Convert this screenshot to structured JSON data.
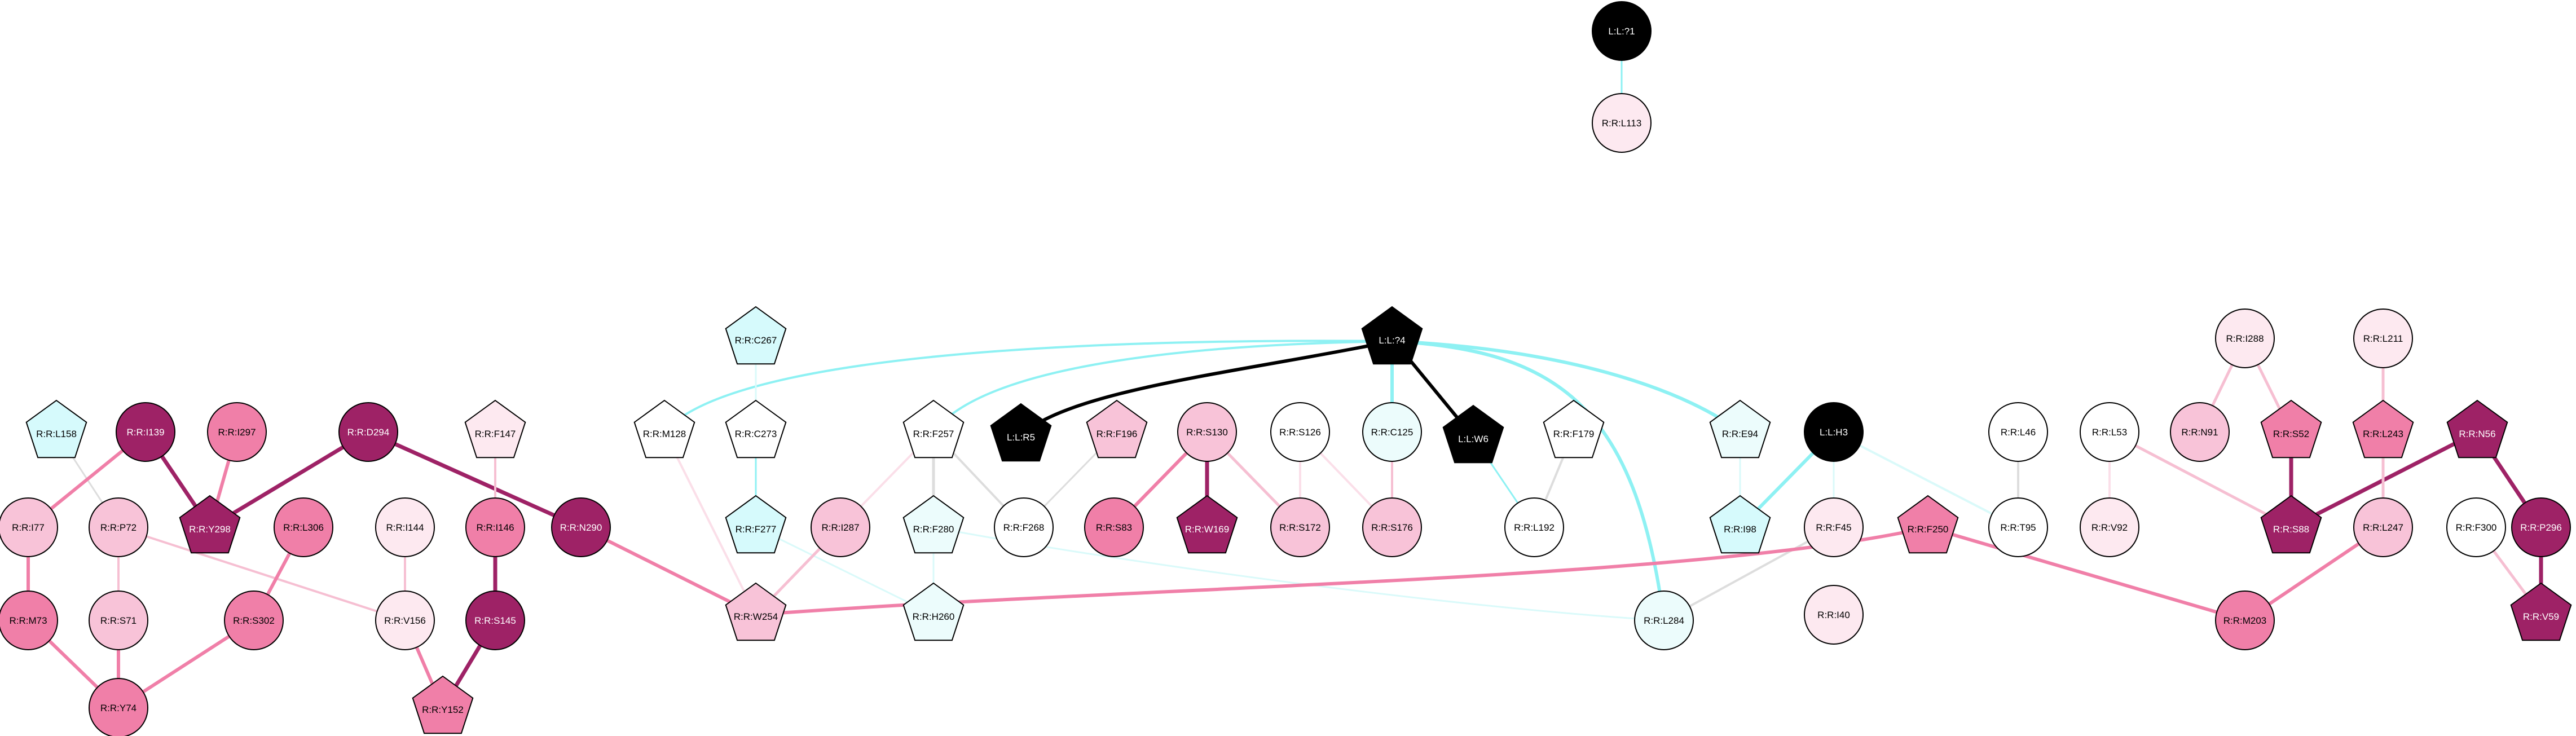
{
  "palette": {
    "black": "#000000",
    "dark_magenta": "#9e2266",
    "pink": "#f07fa8",
    "light_pink": "#f8c3d8",
    "pale_pink": "#fde9f0",
    "cyan": "#d6fafc",
    "pale_cyan": "#ecfcfc",
    "white": "#ffffff",
    "edge_cyan": "#8ef1f3",
    "edge_grey": "#dddddd",
    "edge_light_pink": "#f6bfd2",
    "edge_pale_pink": "#fbdfe9",
    "edge_pale_cyan": "#dafafa"
  },
  "nodes": [
    {
      "id": "L:L:?1",
      "shape": "circle",
      "fill": "black"
    },
    {
      "id": "R:R:L113",
      "shape": "circle",
      "fill": "pale_pink"
    },
    {
      "id": "L:L:?4",
      "shape": "pentagon",
      "fill": "black"
    },
    {
      "id": "L:L:R5",
      "shape": "pentagon",
      "fill": "black"
    },
    {
      "id": "L:L:W6",
      "shape": "pentagon",
      "fill": "black"
    },
    {
      "id": "L:L:H3",
      "shape": "circle",
      "fill": "black"
    },
    {
      "id": "R:R:L158",
      "shape": "pentagon",
      "fill": "cyan"
    },
    {
      "id": "R:R:I139",
      "shape": "circle",
      "fill": "dark_magenta"
    },
    {
      "id": "R:R:I297",
      "shape": "circle",
      "fill": "pink"
    },
    {
      "id": "R:R:D294",
      "shape": "circle",
      "fill": "dark_magenta"
    },
    {
      "id": "R:R:F147",
      "shape": "pentagon",
      "fill": "pale_pink"
    },
    {
      "id": "R:R:I77",
      "shape": "circle",
      "fill": "light_pink"
    },
    {
      "id": "R:R:P72",
      "shape": "circle",
      "fill": "light_pink"
    },
    {
      "id": "R:R:Y298",
      "shape": "pentagon",
      "fill": "dark_magenta"
    },
    {
      "id": "R:R:L306",
      "shape": "circle",
      "fill": "pink"
    },
    {
      "id": "R:R:I144",
      "shape": "circle",
      "fill": "pale_pink"
    },
    {
      "id": "R:R:I146",
      "shape": "circle",
      "fill": "pink"
    },
    {
      "id": "R:R:N290",
      "shape": "circle",
      "fill": "dark_magenta"
    },
    {
      "id": "R:R:M73",
      "shape": "circle",
      "fill": "pink"
    },
    {
      "id": "R:R:S71",
      "shape": "circle",
      "fill": "light_pink"
    },
    {
      "id": "R:R:S302",
      "shape": "circle",
      "fill": "pink"
    },
    {
      "id": "R:R:V156",
      "shape": "circle",
      "fill": "pale_pink"
    },
    {
      "id": "R:R:S145",
      "shape": "circle",
      "fill": "dark_magenta"
    },
    {
      "id": "R:R:Y74",
      "shape": "circle",
      "fill": "pink"
    },
    {
      "id": "R:R:Y152",
      "shape": "pentagon",
      "fill": "pink"
    },
    {
      "id": "R:R:C267",
      "shape": "pentagon",
      "fill": "cyan"
    },
    {
      "id": "R:R:M128",
      "shape": "pentagon",
      "fill": "white"
    },
    {
      "id": "R:R:C273",
      "shape": "pentagon",
      "fill": "white"
    },
    {
      "id": "R:R:F277",
      "shape": "pentagon",
      "fill": "cyan"
    },
    {
      "id": "R:R:W254",
      "shape": "pentagon",
      "fill": "light_pink"
    },
    {
      "id": "R:R:I287",
      "shape": "circle",
      "fill": "light_pink"
    },
    {
      "id": "R:R:F257",
      "shape": "pentagon",
      "fill": "white"
    },
    {
      "id": "R:R:F280",
      "shape": "pentagon",
      "fill": "pale_cyan"
    },
    {
      "id": "R:R:H260",
      "shape": "pentagon",
      "fill": "pale_cyan"
    },
    {
      "id": "R:R:F196",
      "shape": "pentagon",
      "fill": "light_pink"
    },
    {
      "id": "R:R:F268",
      "shape": "circle",
      "fill": "white"
    },
    {
      "id": "R:R:S130",
      "shape": "circle",
      "fill": "light_pink"
    },
    {
      "id": "R:R:S83",
      "shape": "circle",
      "fill": "pink"
    },
    {
      "id": "R:R:W169",
      "shape": "pentagon",
      "fill": "dark_magenta"
    },
    {
      "id": "R:R:S126",
      "shape": "circle",
      "fill": "white"
    },
    {
      "id": "R:R:S172",
      "shape": "circle",
      "fill": "light_pink"
    },
    {
      "id": "R:R:C125",
      "shape": "circle",
      "fill": "pale_cyan"
    },
    {
      "id": "R:R:S176",
      "shape": "circle",
      "fill": "light_pink"
    },
    {
      "id": "R:R:F179",
      "shape": "pentagon",
      "fill": "white"
    },
    {
      "id": "R:R:L192",
      "shape": "circle",
      "fill": "white"
    },
    {
      "id": "R:R:E94",
      "shape": "pentagon",
      "fill": "pale_cyan"
    },
    {
      "id": "R:R:I98",
      "shape": "pentagon",
      "fill": "cyan"
    },
    {
      "id": "R:R:F45",
      "shape": "circle",
      "fill": "pale_pink"
    },
    {
      "id": "R:R:I40",
      "shape": "circle",
      "fill": "pale_pink"
    },
    {
      "id": "R:R:L284",
      "shape": "circle",
      "fill": "pale_cyan"
    },
    {
      "id": "R:R:F250",
      "shape": "pentagon",
      "fill": "pink"
    },
    {
      "id": "R:R:L46",
      "shape": "circle",
      "fill": "white"
    },
    {
      "id": "R:R:T95",
      "shape": "circle",
      "fill": "white"
    },
    {
      "id": "R:R:L53",
      "shape": "circle",
      "fill": "white"
    },
    {
      "id": "R:R:V92",
      "shape": "circle",
      "fill": "pale_pink"
    },
    {
      "id": "R:R:I288",
      "shape": "circle",
      "fill": "pale_pink"
    },
    {
      "id": "R:R:N91",
      "shape": "circle",
      "fill": "light_pink"
    },
    {
      "id": "R:R:S52",
      "shape": "pentagon",
      "fill": "pink"
    },
    {
      "id": "R:R:S88",
      "shape": "pentagon",
      "fill": "dark_magenta"
    },
    {
      "id": "R:R:L211",
      "shape": "circle",
      "fill": "pale_pink"
    },
    {
      "id": "R:R:L243",
      "shape": "pentagon",
      "fill": "pink"
    },
    {
      "id": "R:R:L247",
      "shape": "circle",
      "fill": "light_pink"
    },
    {
      "id": "R:R:M203",
      "shape": "circle",
      "fill": "pink"
    },
    {
      "id": "R:R:N56",
      "shape": "pentagon",
      "fill": "dark_magenta"
    },
    {
      "id": "R:R:P296",
      "shape": "circle",
      "fill": "dark_magenta"
    },
    {
      "id": "R:R:F300",
      "shape": "circle",
      "fill": "white"
    },
    {
      "id": "R:R:V59",
      "shape": "pentagon",
      "fill": "dark_magenta"
    }
  ],
  "edges": [
    {
      "source": "L:L:?1",
      "target": "R:R:L113",
      "color": "edge_cyan",
      "weight": 3
    },
    {
      "source": "L:L:?4",
      "target": "L:L:R5",
      "color": "black",
      "weight": 6
    },
    {
      "source": "L:L:?4",
      "target": "L:L:W6",
      "color": "black",
      "weight": 6
    },
    {
      "source": "L:L:?4",
      "target": "R:R:C125",
      "color": "edge_cyan",
      "weight": 6
    },
    {
      "source": "L:L:?4",
      "target": "R:R:E94",
      "color": "edge_cyan",
      "weight": 6
    },
    {
      "source": "L:L:?4",
      "target": "R:R:L284",
      "color": "edge_cyan",
      "weight": 6
    },
    {
      "source": "L:L:?4",
      "target": "R:R:M128",
      "color": "edge_cyan",
      "weight": 4
    },
    {
      "source": "L:L:?4",
      "target": "R:R:F257",
      "color": "edge_cyan",
      "weight": 4
    },
    {
      "source": "L:L:W6",
      "target": "R:R:L192",
      "color": "edge_cyan",
      "weight": 3
    },
    {
      "source": "L:L:H3",
      "target": "R:R:I98",
      "color": "edge_cyan",
      "weight": 6
    },
    {
      "source": "L:L:H3",
      "target": "R:R:F45",
      "color": "edge_pale_cyan",
      "weight": 3
    },
    {
      "source": "L:L:H3",
      "target": "R:R:T95",
      "color": "edge_pale_cyan",
      "weight": 4
    },
    {
      "source": "R:R:E94",
      "target": "R:R:I98",
      "color": "edge_pale_cyan",
      "weight": 3
    },
    {
      "source": "R:R:L158",
      "target": "R:R:P72",
      "color": "edge_grey",
      "weight": 3
    },
    {
      "source": "R:R:I139",
      "target": "R:R:I77",
      "color": "pink",
      "weight": 6
    },
    {
      "source": "R:R:I139",
      "target": "R:R:Y298",
      "color": "dark_magenta",
      "weight": 7
    },
    {
      "source": "R:R:I297",
      "target": "R:R:Y298",
      "color": "pink",
      "weight": 6
    },
    {
      "source": "R:R:D294",
      "target": "R:R:Y298",
      "color": "dark_magenta",
      "weight": 7
    },
    {
      "source": "R:R:D294",
      "target": "R:R:N290",
      "color": "dark_magenta",
      "weight": 7
    },
    {
      "source": "R:R:F147",
      "target": "R:R:I146",
      "color": "edge_light_pink",
      "weight": 4
    },
    {
      "source": "R:R:I77",
      "target": "R:R:M73",
      "color": "pink",
      "weight": 6
    },
    {
      "source": "R:R:P72",
      "target": "R:R:S71",
      "color": "edge_light_pink",
      "weight": 4
    },
    {
      "source": "R:R:P72",
      "target": "R:R:V156",
      "color": "edge_light_pink",
      "weight": 4
    },
    {
      "source": "R:R:L306",
      "target": "R:R:S302",
      "color": "pink",
      "weight": 6
    },
    {
      "source": "R:R:I144",
      "target": "R:R:V156",
      "color": "edge_light_pink",
      "weight": 4
    },
    {
      "source": "R:R:I146",
      "target": "R:R:S145",
      "color": "dark_magenta",
      "weight": 7
    },
    {
      "source": "R:R:N290",
      "target": "R:R:W254",
      "color": "pink",
      "weight": 6
    },
    {
      "source": "R:R:M73",
      "target": "R:R:Y74",
      "color": "pink",
      "weight": 6
    },
    {
      "source": "R:R:S71",
      "target": "R:R:Y74",
      "color": "pink",
      "weight": 6
    },
    {
      "source": "R:R:S302",
      "target": "R:R:Y74",
      "color": "pink",
      "weight": 6
    },
    {
      "source": "R:R:V156",
      "target": "R:R:Y152",
      "color": "pink",
      "weight": 6
    },
    {
      "source": "R:R:S145",
      "target": "R:R:Y152",
      "color": "dark_magenta",
      "weight": 7
    },
    {
      "source": "R:R:C267",
      "target": "R:R:C273",
      "color": "edge_pale_cyan",
      "weight": 3
    },
    {
      "source": "R:R:C273",
      "target": "R:R:F277",
      "color": "edge_cyan",
      "weight": 3
    },
    {
      "source": "R:R:M128",
      "target": "R:R:W254",
      "color": "edge_pale_pink",
      "weight": 4
    },
    {
      "source": "R:R:F277",
      "target": "R:R:H260",
      "color": "edge_pale_cyan",
      "weight": 3
    },
    {
      "source": "R:R:I287",
      "target": "R:R:W254",
      "color": "edge_light_pink",
      "weight": 5
    },
    {
      "source": "R:R:F257",
      "target": "R:R:I287",
      "color": "edge_pale_pink",
      "weight": 4
    },
    {
      "source": "R:R:F257",
      "target": "R:R:F280",
      "color": "edge_grey",
      "weight": 5
    },
    {
      "source": "R:R:F257",
      "target": "R:R:F268",
      "color": "edge_grey",
      "weight": 4
    },
    {
      "source": "R:R:F280",
      "target": "R:R:H260",
      "color": "edge_pale_cyan",
      "weight": 3
    },
    {
      "source": "R:R:F280",
      "target": "R:R:L284",
      "color": "edge_pale_cyan",
      "weight": 3
    },
    {
      "source": "R:R:F196",
      "target": "R:R:F268",
      "color": "edge_grey",
      "weight": 3
    },
    {
      "source": "R:R:S130",
      "target": "R:R:S83",
      "color": "pink",
      "weight": 6
    },
    {
      "source": "R:R:S130",
      "target": "R:R:W169",
      "color": "dark_magenta",
      "weight": 7
    },
    {
      "source": "R:R:S130",
      "target": "R:R:S172",
      "color": "edge_light_pink",
      "weight": 5
    },
    {
      "source": "R:R:S126",
      "target": "R:R:S172",
      "color": "edge_pale_pink",
      "weight": 4
    },
    {
      "source": "R:R:S126",
      "target": "R:R:S176",
      "color": "edge_pale_pink",
      "weight": 4
    },
    {
      "source": "R:R:C125",
      "target": "R:R:S176",
      "color": "edge_light_pink",
      "weight": 4
    },
    {
      "source": "R:R:F179",
      "target": "R:R:L192",
      "color": "edge_grey",
      "weight": 4
    },
    {
      "source": "R:R:F45",
      "target": "R:R:L284",
      "color": "edge_grey",
      "weight": 4
    },
    {
      "source": "R:R:W254",
      "target": "R:R:F250",
      "color": "pink",
      "weight": 6
    },
    {
      "source": "R:R:F250",
      "target": "R:R:M203",
      "color": "pink",
      "weight": 6
    },
    {
      "source": "R:R:L46",
      "target": "R:R:T95",
      "color": "edge_grey",
      "weight": 4
    },
    {
      "source": "R:R:L53",
      "target": "R:R:V92",
      "color": "edge_pale_pink",
      "weight": 4
    },
    {
      "source": "R:R:L53",
      "target": "R:R:S88",
      "color": "edge_light_pink",
      "weight": 5
    },
    {
      "source": "R:R:I288",
      "target": "R:R:N91",
      "color": "edge_light_pink",
      "weight": 5
    },
    {
      "source": "R:R:I288",
      "target": "R:R:S52",
      "color": "edge_light_pink",
      "weight": 5
    },
    {
      "source": "R:R:S52",
      "target": "R:R:S88",
      "color": "dark_magenta",
      "weight": 7
    },
    {
      "source": "R:R:N56",
      "target": "R:R:S88",
      "color": "dark_magenta",
      "weight": 7
    },
    {
      "source": "R:R:L211",
      "target": "R:R:L243",
      "color": "edge_light_pink",
      "weight": 5
    },
    {
      "source": "R:R:L243",
      "target": "R:R:L247",
      "color": "edge_light_pink",
      "weight": 5
    },
    {
      "source": "R:R:L247",
      "target": "R:R:M203",
      "color": "pink",
      "weight": 6
    },
    {
      "source": "R:R:N56",
      "target": "R:R:P296",
      "color": "dark_magenta",
      "weight": 7
    },
    {
      "source": "R:R:P296",
      "target": "R:R:V59",
      "color": "dark_magenta",
      "weight": 7
    },
    {
      "source": "R:R:F300",
      "target": "R:R:V59",
      "color": "edge_light_pink",
      "weight": 5
    }
  ]
}
